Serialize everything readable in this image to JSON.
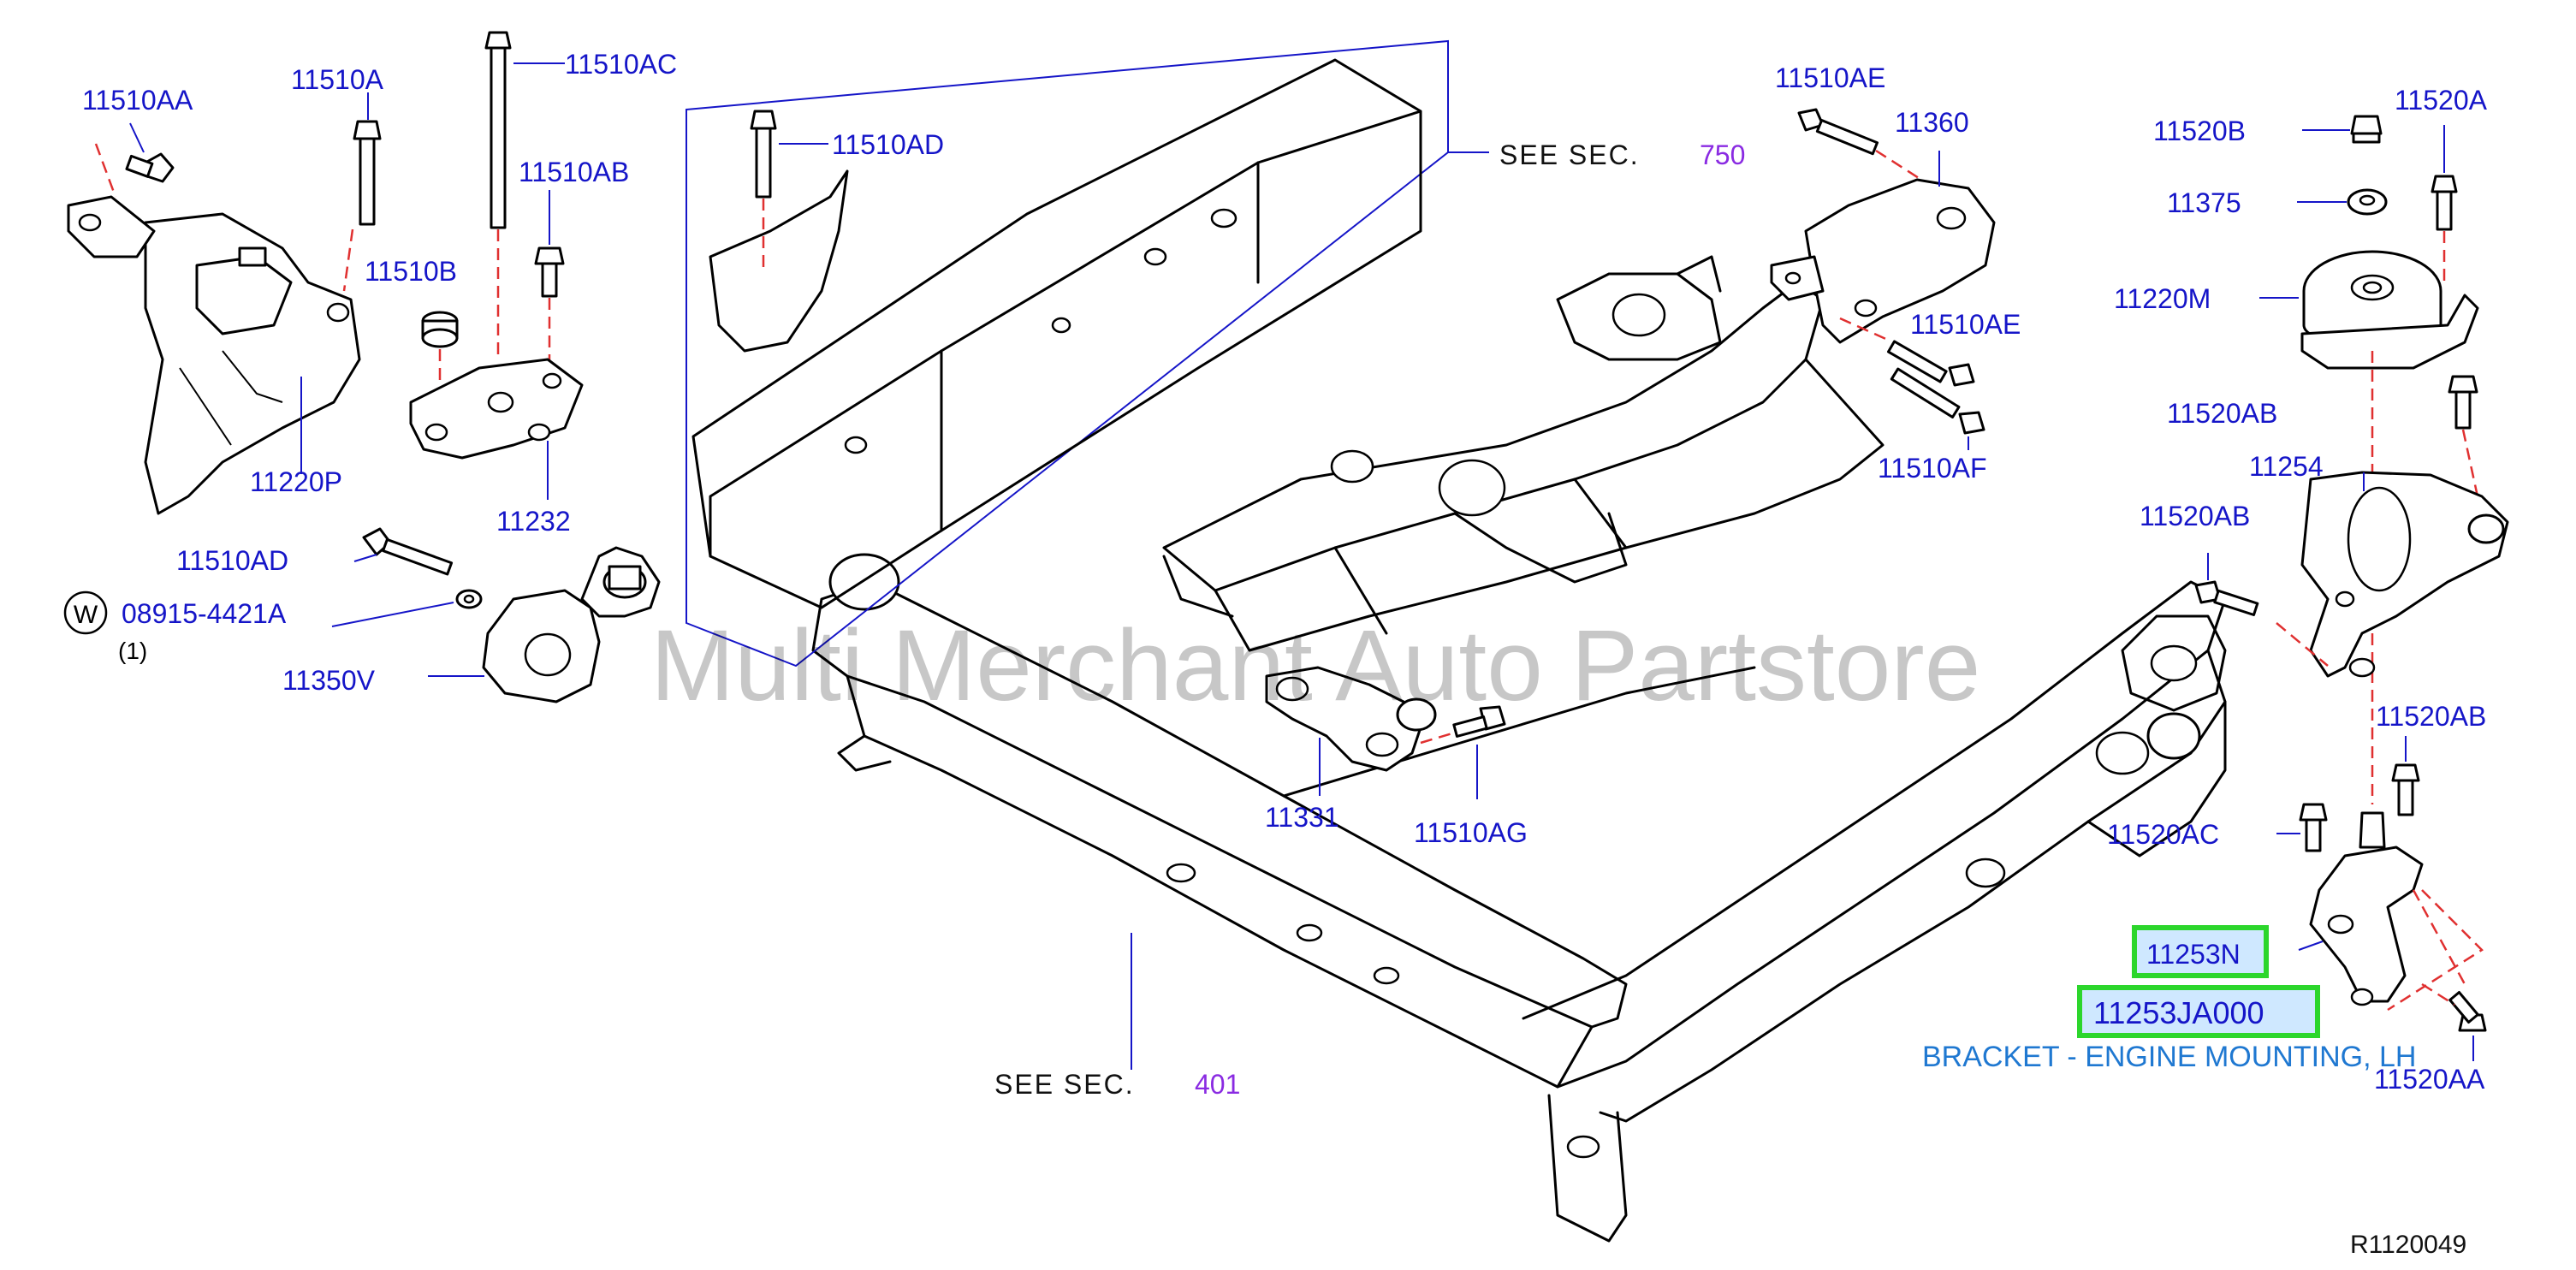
{
  "diagram": {
    "labels": {
      "p11510AA_top": "11510AA",
      "p11510A": "11510A",
      "p11510AC": "11510AC",
      "p11510AB": "11510AB",
      "p11510B": "11510B",
      "p11220P": "11220P",
      "p11232": "11232",
      "p11510AD_left": "11510AD",
      "p08915": "08915-4421A",
      "qty": "(1)",
      "w_mark": "W",
      "p11350V": "11350V",
      "p11510AD_mid": "11510AD",
      "p11331": "11331",
      "p11510AG": "11510AG",
      "p11510AE_top": "11510AE",
      "p11360": "11360",
      "p11510AE_mid": "11510AE",
      "p11510AF": "11510AF",
      "p11520B": "11520B",
      "p11520A": "11520A",
      "p11375": "11375",
      "p11220M": "11220M",
      "p11520AB_a": "11520AB",
      "p11254": "11254",
      "p11520AB_b": "11520AB",
      "p11520AB_c": "11520AB",
      "p11520AC": "11520AC",
      "p11253N": "11253N",
      "p11253JA000": "11253JA000",
      "p11520AA_bottom": "11520AA"
    },
    "see_sec_750": {
      "text": "SEE   SEC.",
      "num": "750"
    },
    "see_sec_401": {
      "text": "SEE   SEC.",
      "num": "401"
    },
    "description": "BRACKET - ENGINE MOUNTING, LH",
    "reference_code": "R1120049",
    "watermark": "Multi Merchant Auto Partstore",
    "colors": {
      "label": "#1515c8",
      "section_number": "#8a2be2",
      "highlight_border": "#2cd62c",
      "highlight_fill": "#cfe8ff",
      "dashed_line": "#e03030"
    }
  }
}
